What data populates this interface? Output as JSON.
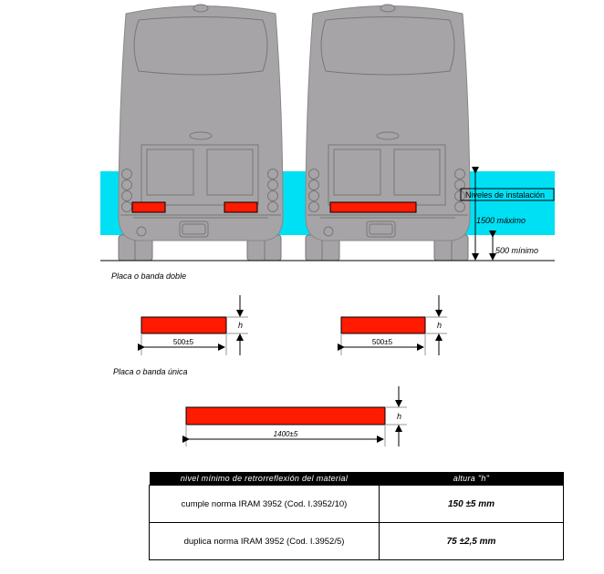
{
  "diagram": {
    "labels": {
      "installation_levels": "Niveles de instalación",
      "max_height": "1500 máximo",
      "min_height": "500 mínimo",
      "double_plate_title": "Placa o banda doble",
      "single_plate_title": "Placa o banda única",
      "double_plate_width": "500±5",
      "single_plate_width": "1400±5",
      "height_symbol": "h"
    },
    "colors": {
      "band": "#00e0f4",
      "bus": "#a7a4a7",
      "plate": "#ff1a00"
    }
  },
  "table": {
    "headers": [
      "nivel mínimo de retrorreflexión del material",
      "altura \"h\""
    ],
    "rows": [
      [
        "cumple norma IRAM 3952 (Cod. I.3952/10)",
        "150 ±5 mm"
      ],
      [
        "duplica norma IRAM 3952 (Cod. I.3952/5)",
        "75 ±2,5 mm"
      ]
    ]
  }
}
